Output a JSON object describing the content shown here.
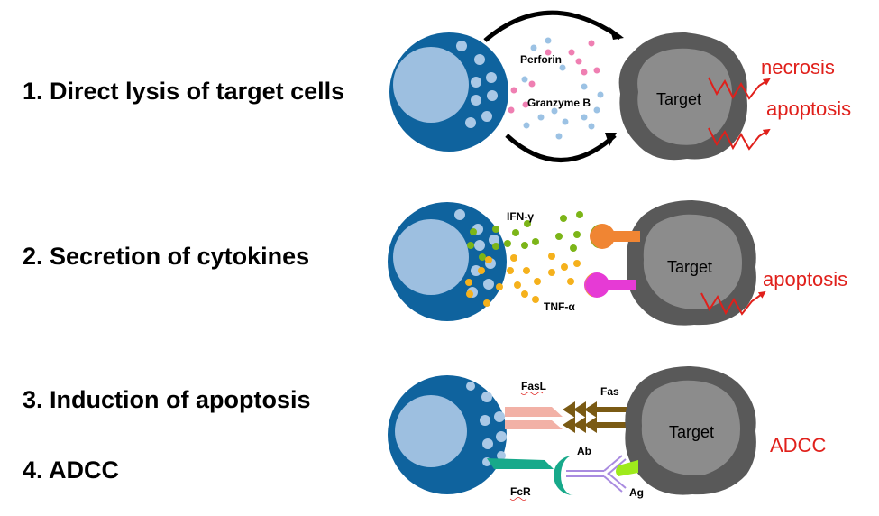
{
  "colors": {
    "cell_outer": "#0f639e",
    "cell_nucleus": "#9dbfe0",
    "granule": "#a9c8e6",
    "target_outer": "#595959",
    "target_inner": "#8c8c8c",
    "outcome_red": "#e0201b",
    "perforin_dot": "#ef7fb2",
    "granzyme_dot": "#9cc2e4",
    "ifn_dot": "#7cb518",
    "tnf_dot": "#f5b11c",
    "ifn_receptor": "#f08533",
    "tnf_receptor": "#e63ad5",
    "fasl": "#f2b1a6",
    "fas": "#7a5a14",
    "fcr": "#17a98a",
    "antibody": "#a98be0",
    "antigen": "#9eea1c"
  },
  "mechanisms": [
    {
      "heading": "1. Direct lysis of target cells",
      "labels": {
        "perforin": "Perforin",
        "granzyme": "Granzyme B"
      },
      "target": "Target",
      "outcomes": [
        "necrosis",
        "apoptosis"
      ]
    },
    {
      "heading": "2. Secretion of cytokines",
      "labels": {
        "ifn": "IFN-γ",
        "tnf": "TNF-α"
      },
      "target": "Target",
      "outcomes": [
        "apoptosis"
      ]
    },
    {
      "heading": "3. Induction of apoptosis",
      "labels": {
        "fasl": "FasL",
        "fas": "Fas"
      }
    },
    {
      "heading": "4. ADCC",
      "labels": {
        "ab": "Ab",
        "ag": "Ag",
        "fcr": "FcR"
      },
      "target": "Target",
      "outcomes": [
        "ADCC"
      ]
    }
  ],
  "icons": [
    "nk-cell-icon",
    "target-cell-icon",
    "receptor-icon",
    "antibody-icon",
    "zigzag-arrow-icon"
  ]
}
